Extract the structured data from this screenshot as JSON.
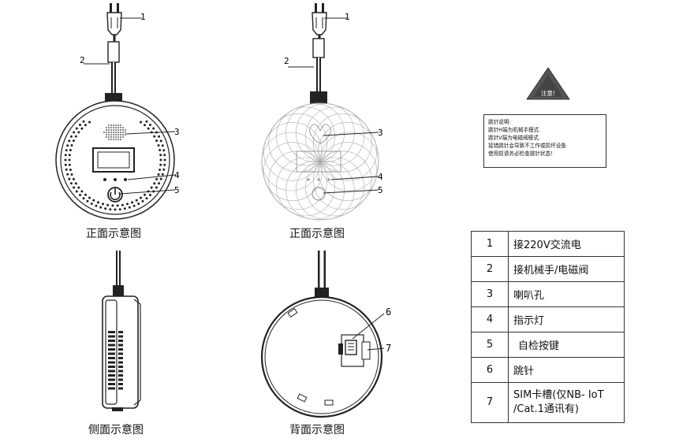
{
  "captions": {
    "front1": "正面示意图",
    "front2": "正面示意图",
    "side": "侧面示意图",
    "back": "背面示意图"
  },
  "callouts": {
    "front1": [
      "1",
      "2",
      "3",
      "4",
      "5"
    ],
    "front2": [
      "1",
      "2",
      "3",
      "4",
      "5"
    ],
    "back": [
      "6",
      "7"
    ]
  },
  "warning": {
    "badge": "注意!",
    "lines": [
      "跳针说明:",
      "跳针H端为机械手模式.",
      "跳针V端为电磁阀模式.",
      "接错跳针会导致不工作或损坏设备",
      "使用前请务必检查跳针状态!"
    ]
  },
  "legend": [
    {
      "num": "1",
      "label": "接220V交流电"
    },
    {
      "num": "2",
      "label": "接机械手/电磁阀"
    },
    {
      "num": "3",
      "label": "喇叭孔"
    },
    {
      "num": "4",
      "label": "指示灯"
    },
    {
      "num": "5",
      "label": "自检按键"
    },
    {
      "num": "6",
      "label": "跳针"
    },
    {
      "num": "7",
      "label": "SIM卡槽(仅NB- IoT",
      "label2": "/Cat.1通讯有)"
    }
  ],
  "colors": {
    "line": "#222222",
    "light": "#9a9a9a",
    "warn_fill": "#555555"
  }
}
